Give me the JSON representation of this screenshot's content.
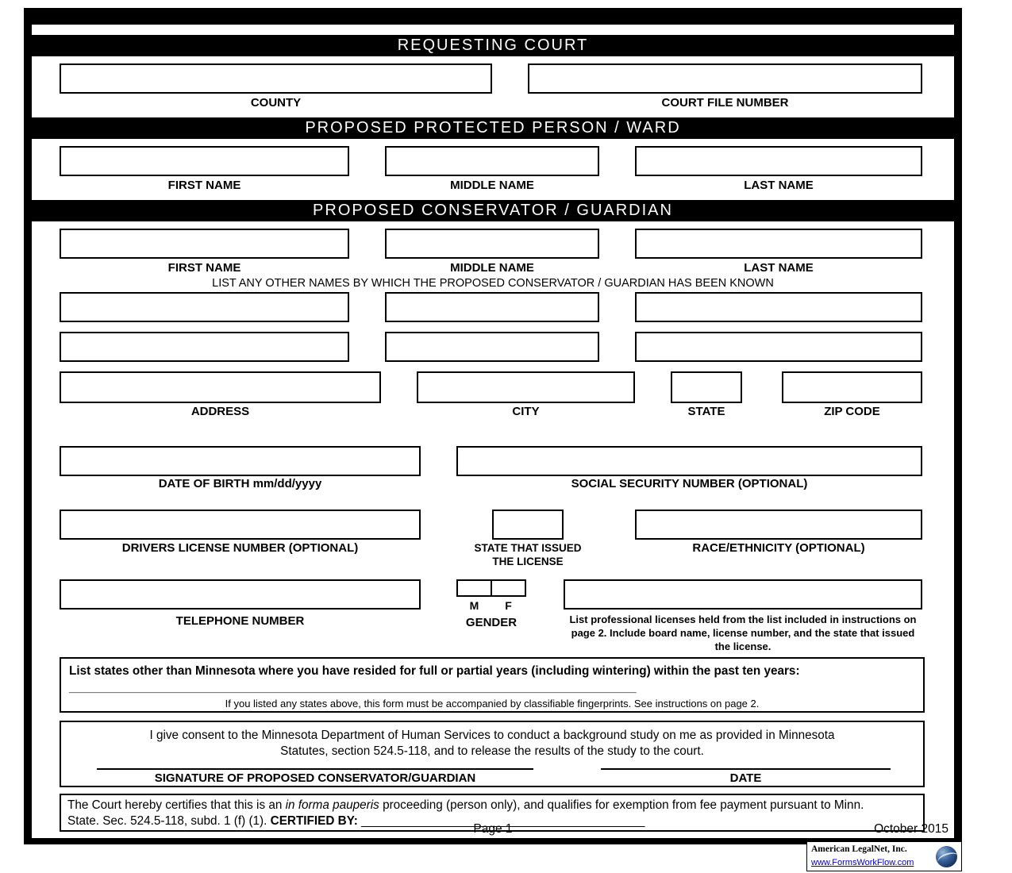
{
  "requesting_court": {
    "title": "REQUESTING COURT",
    "county_label": "COUNTY",
    "court_file_number_label": "COURT FILE NUMBER"
  },
  "protected_person": {
    "title": "PROPOSED PROTECTED PERSON / WARD",
    "first_name_label": "FIRST NAME",
    "middle_name_label": "MIDDLE NAME",
    "last_name_label": "LAST NAME"
  },
  "conservator": {
    "title": "PROPOSED CONSERVATOR / GUARDIAN",
    "first_name_label": "FIRST NAME",
    "middle_name_label": "MIDDLE NAME",
    "last_name_label": "LAST NAME",
    "other_names_instruction": "LIST ANY OTHER NAMES BY WHICH THE PROPOSED CONSERVATOR / GUARDIAN HAS BEEN KNOWN",
    "address_label": "ADDRESS",
    "city_label": "CITY",
    "state_label": "STATE",
    "zip_label": "ZIP CODE",
    "dob_label": "DATE OF BIRTH mm/dd/yyyy",
    "ssn_label": "SOCIAL SECURITY NUMBER (OPTIONAL)",
    "drivers_license_label": "DRIVERS LICENSE NUMBER (OPTIONAL)",
    "license_state_label": "STATE THAT ISSUED THE LICENSE",
    "race_label": "RACE/ETHNICITY (OPTIONAL)",
    "telephone_label": "TELEPHONE NUMBER",
    "gender_label": "GENDER",
    "gender_male_label": "M",
    "gender_female_label": "F",
    "professional_licenses_note": "List professional licenses held from the list included in instructions on page 2. Include board name, license number, and the state that issued the license."
  },
  "states_residence": {
    "prompt": "List states other than Minnesota where you have resided for full or partial years (including wintering) within the past ten years:",
    "blank": "____________________________________________________________________________________",
    "note": "If you listed any states above, this form must be accompanied by classifiable fingerprints. See instructions on page 2."
  },
  "consent": {
    "statement": "I give consent to the Minnesota Department of Human Services to conduct a background study on me as provided in Minnesota Statutes, section 524.5-118, and to release the results of the study to the court.",
    "signature_label": "SIGNATURE OF PROPOSED CONSERVATOR/GUARDIAN",
    "date_label": "DATE"
  },
  "certification": {
    "text_start": "The Court hereby certifies that this is an",
    "text_italic": "in forma pauperis",
    "text_end": "proceeding (person only), and qualifies for exemption from fee payment pursuant to Minn. State. Sec. 524.5-118, subd. 1 (f) (1).",
    "certified_by_label": "CERTIFIED BY:",
    "certified_by_blank": "__________________________________________"
  },
  "footer": {
    "page_number": "Page 1",
    "revision_date": "October 2015"
  },
  "vendor": {
    "name": "American LegalNet, Inc.",
    "url": "www.FormsWorkFlow.com"
  }
}
